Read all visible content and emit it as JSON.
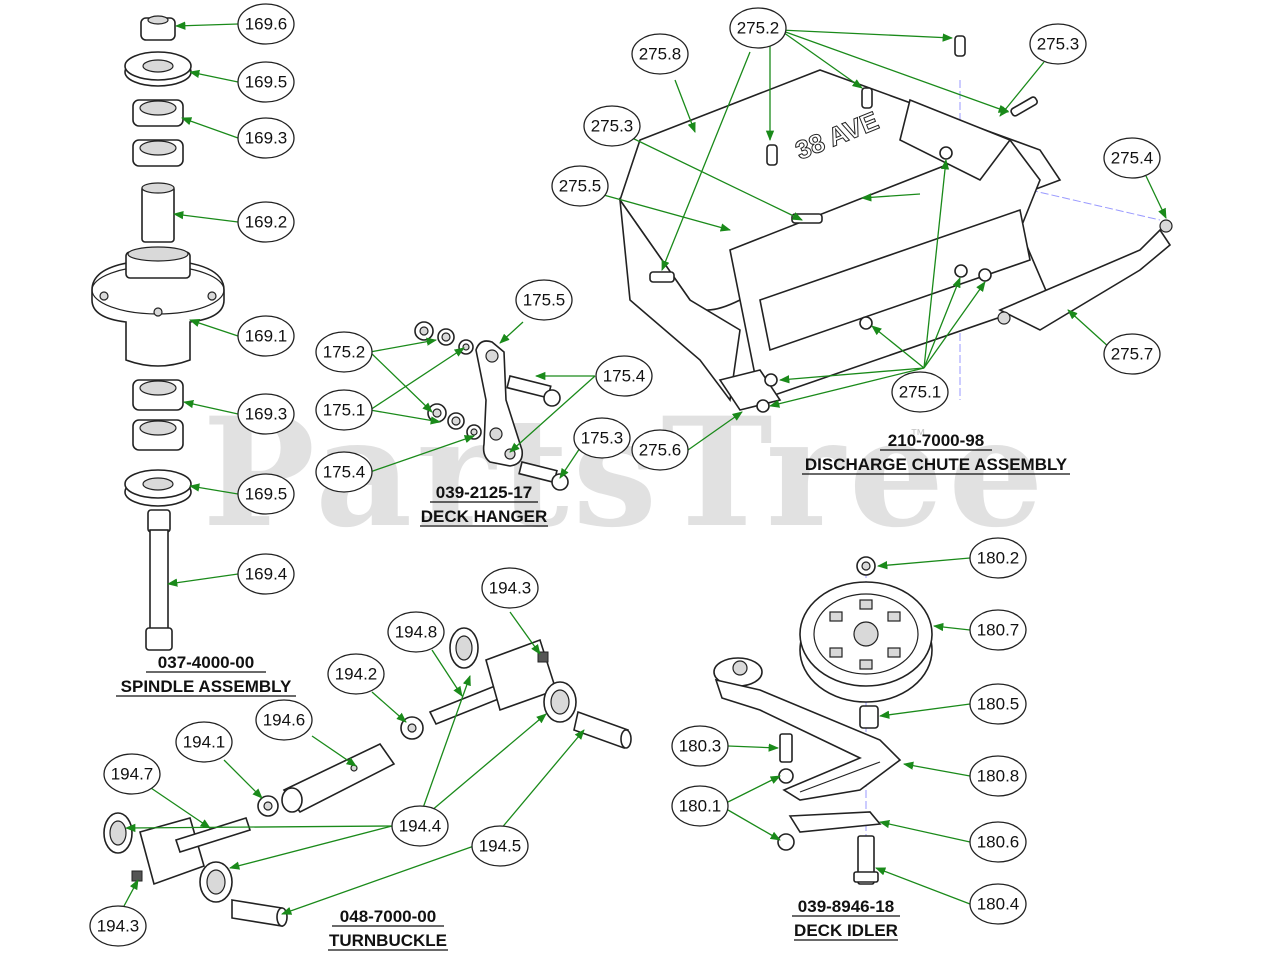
{
  "watermark": {
    "text": "PartsTree",
    "mark": "™"
  },
  "assemblies": {
    "spindle": {
      "part_number": "037-4000-00",
      "name": "SPINDLE ASSEMBLY"
    },
    "hanger": {
      "part_number": "039-2125-17",
      "name": "DECK HANGER"
    },
    "chute": {
      "part_number": "210-7000-98",
      "name": "DISCHARGE CHUTE ASSEMBLY"
    },
    "turnbuckle": {
      "part_number": "048-7000-00",
      "name": "TURNBUCKLE"
    },
    "idler": {
      "part_number": "039-8946-18",
      "name": "DECK IDLER"
    }
  },
  "callouts": [
    {
      "id": "c-169-6a",
      "label": "169.6"
    },
    {
      "id": "c-169-5a",
      "label": "169.5"
    },
    {
      "id": "c-169-3a",
      "label": "169.3"
    },
    {
      "id": "c-169-2",
      "label": "169.2"
    },
    {
      "id": "c-169-1",
      "label": "169.1"
    },
    {
      "id": "c-169-3b",
      "label": "169.3"
    },
    {
      "id": "c-169-5b",
      "label": "169.5"
    },
    {
      "id": "c-169-4",
      "label": "169.4"
    },
    {
      "id": "c-175-5",
      "label": "175.5"
    },
    {
      "id": "c-175-2",
      "label": "175.2"
    },
    {
      "id": "c-175-4a",
      "label": "175.4"
    },
    {
      "id": "c-175-1",
      "label": "175.1"
    },
    {
      "id": "c-175-3",
      "label": "175.3"
    },
    {
      "id": "c-175-4b",
      "label": "175.4"
    },
    {
      "id": "c-275-2",
      "label": "275.2"
    },
    {
      "id": "c-275-8",
      "label": "275.8"
    },
    {
      "id": "c-275-3a",
      "label": "275.3"
    },
    {
      "id": "c-275-3b",
      "label": "275.3"
    },
    {
      "id": "c-275-5",
      "label": "275.5"
    },
    {
      "id": "c-275-4",
      "label": "275.4"
    },
    {
      "id": "c-275-7",
      "label": "275.7"
    },
    {
      "id": "c-275-1",
      "label": "275.1"
    },
    {
      "id": "c-275-6",
      "label": "275.6"
    },
    {
      "id": "c-194-3a",
      "label": "194.3"
    },
    {
      "id": "c-194-8",
      "label": "194.8"
    },
    {
      "id": "c-194-2",
      "label": "194.2"
    },
    {
      "id": "c-194-6",
      "label": "194.6"
    },
    {
      "id": "c-194-1",
      "label": "194.1"
    },
    {
      "id": "c-194-7",
      "label": "194.7"
    },
    {
      "id": "c-194-4",
      "label": "194.4"
    },
    {
      "id": "c-194-5",
      "label": "194.5"
    },
    {
      "id": "c-194-3b",
      "label": "194.3"
    },
    {
      "id": "c-180-2",
      "label": "180.2"
    },
    {
      "id": "c-180-7",
      "label": "180.7"
    },
    {
      "id": "c-180-5",
      "label": "180.5"
    },
    {
      "id": "c-180-3",
      "label": "180.3"
    },
    {
      "id": "c-180-8",
      "label": "180.8"
    },
    {
      "id": "c-180-1",
      "label": "180.1"
    },
    {
      "id": "c-180-6",
      "label": "180.6"
    },
    {
      "id": "c-180-4",
      "label": "180.4"
    }
  ],
  "colors": {
    "leader": "#1a8a1a",
    "axis": "#9a9aff",
    "line": "#222222",
    "watermark": "#c8c8c8"
  }
}
